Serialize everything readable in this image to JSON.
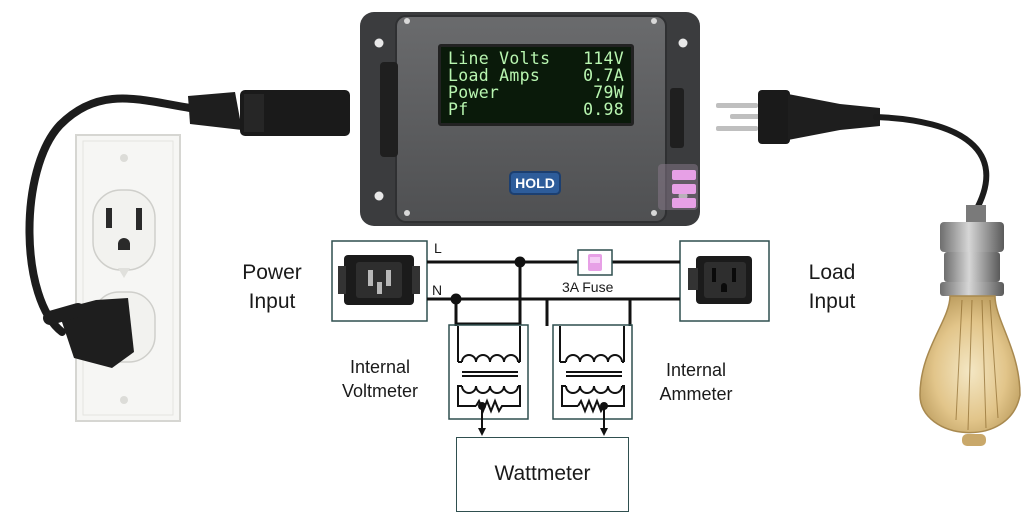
{
  "display": {
    "rows": [
      {
        "label": "Line Volts",
        "value": "114V"
      },
      {
        "label": "Load Amps",
        "value": "0.7A"
      },
      {
        "label": "Power",
        "value": "79W"
      },
      {
        "label": "Pf",
        "value": "0.98"
      }
    ]
  },
  "hold_button": "HOLD",
  "labels": {
    "power_input": [
      "Power",
      "Input"
    ],
    "load_input": [
      "Load",
      "Input"
    ],
    "line": "L",
    "neutral": "N",
    "fuse": "3A Fuse",
    "voltmeter": [
      "Internal",
      "Voltmeter"
    ],
    "ammeter": [
      "Internal",
      "Ammeter"
    ],
    "wattmeter": "Wattmeter"
  },
  "colors": {
    "enclosure": "#5b5c5e",
    "lcd_text": "#b8f5b0",
    "hold_button": "#2d5c9a",
    "fuse": "#e7a0e6",
    "wire": "#111111",
    "box_border": "#2f4f4f"
  }
}
